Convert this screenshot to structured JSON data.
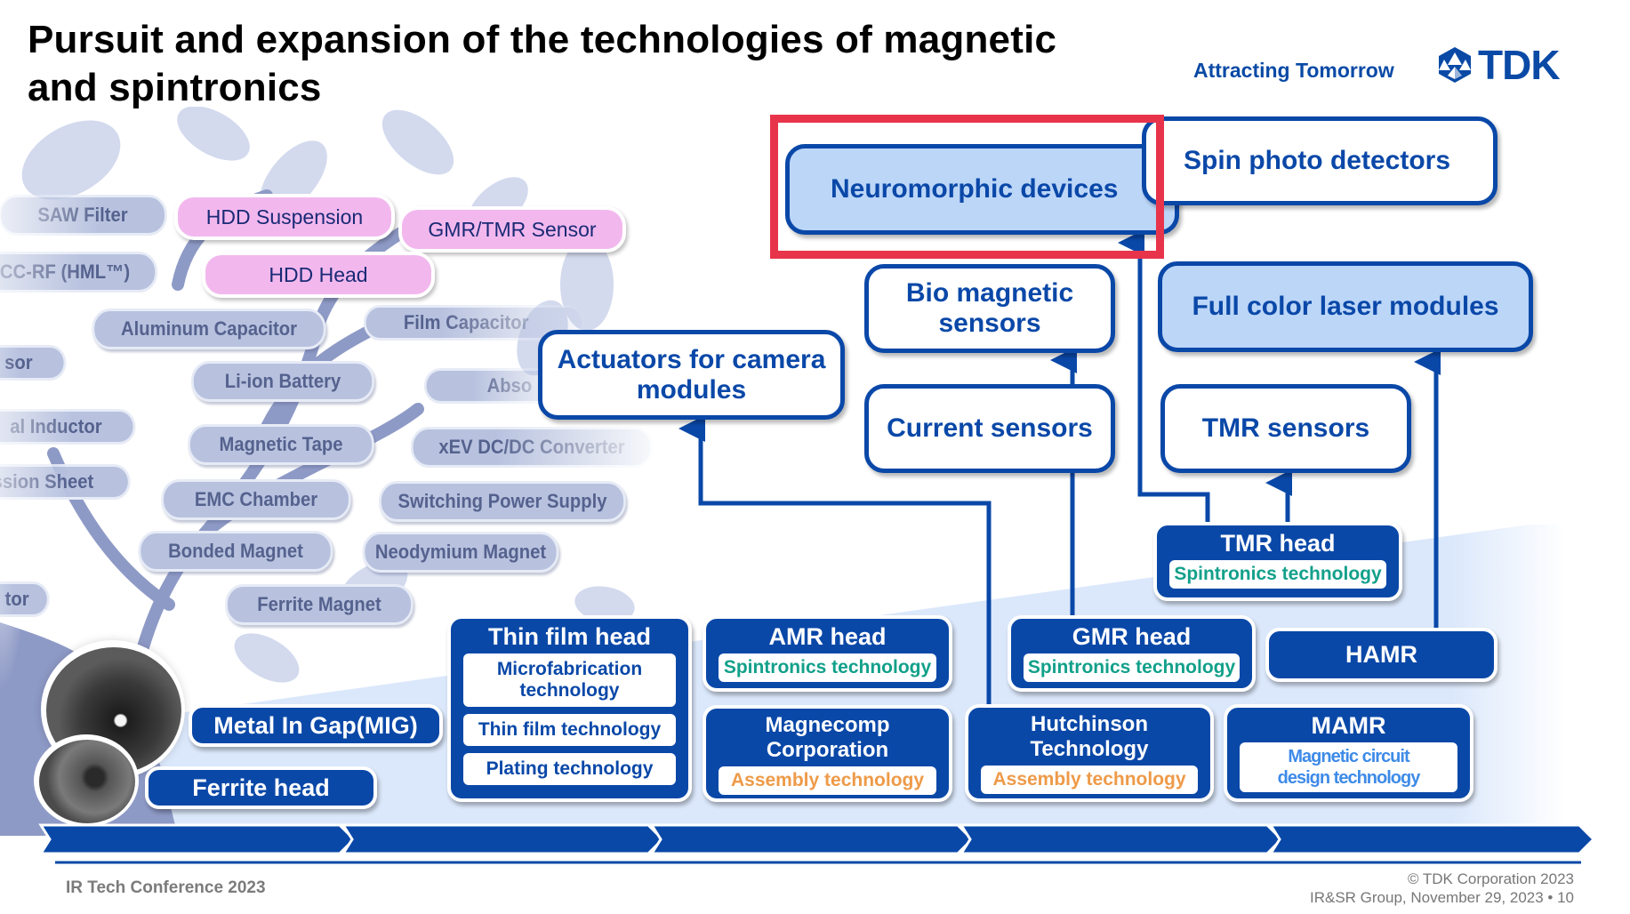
{
  "header": {
    "title_line1": "Pursuit and expansion of the technologies of magnetic",
    "title_line2": "and spintronics",
    "tagline": "Attracting Tomorrow",
    "logo_text": "TDK"
  },
  "colors": {
    "brand_blue": "#0a48a8",
    "highlight_red": "#e8344a",
    "light_box_fill": "#bcd6f8",
    "pink_pill": "#f2b8ee",
    "spintronics_teal": "#12a08a",
    "assembly_orange": "#ee9a48",
    "magnetic_design_blue": "#3e8be8"
  },
  "tree_products": {
    "highlighted": [
      "HDD Suspension",
      "GMR/TMR Sensor",
      "HDD Head"
    ],
    "faded": [
      "SAW Filter",
      "CC-RF (HML™)",
      "Aluminum Capacitor",
      "Film Capacitor",
      "sor",
      "Li-ion Battery",
      "Abso",
      "al Inductor",
      "Magnetic Tape",
      "xEV DC/DC Converter",
      "ssion Sheet",
      "EMC Chamber",
      "Switching Power Supply",
      "Bonded Magnet",
      "Neodymium Magnet",
      "tor",
      "Ferrite Magnet"
    ]
  },
  "applications": {
    "neuromorphic": "Neuromorphic devices",
    "spin_photo": "Spin photo detectors",
    "bio_magnetic": "Bio magnetic sensors",
    "full_color_laser": "Full color laser modules",
    "actuators": "Actuators for camera modules",
    "current_sensors": "Current sensors",
    "tmr_sensors": "TMR sensors"
  },
  "technologies": {
    "ferrite_head": "Ferrite head",
    "mig": "Metal In Gap(MIG)",
    "thin_film_head": {
      "title": "Thin film head",
      "items": [
        "Microfabrication technology",
        "Thin film technology",
        "Plating technology"
      ]
    },
    "amr_head": {
      "title": "AMR head",
      "sub": "Spintronics technology"
    },
    "magnecomp": {
      "title": "Magnecomp Corporation",
      "sub": "Assembly technology"
    },
    "gmr_head": {
      "title": "GMR head",
      "sub": "Spintronics technology"
    },
    "hutchinson": {
      "title": "Hutchinson Technology",
      "sub": "Assembly technology"
    },
    "tmr_head": {
      "title": "TMR head",
      "sub": "Spintronics technology"
    },
    "hamr": "HAMR",
    "mamr": {
      "title": "MAMR",
      "sub": "Magnetic circuit design technology"
    }
  },
  "footer": {
    "event": "IR Tech Conference 2023",
    "copyright": "© TDK Corporation 2023",
    "group_date_page": "IR&SR Group, November 29, 2023 • 10"
  }
}
